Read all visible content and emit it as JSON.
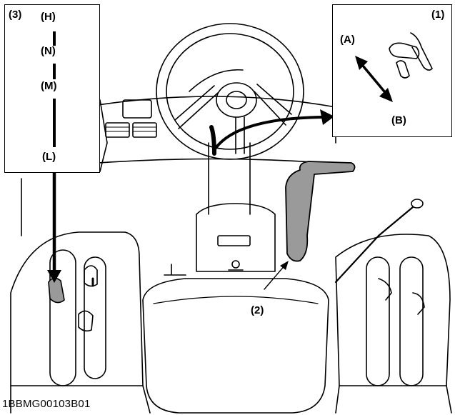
{
  "callouts": {
    "inset_1": "(1)",
    "inset_3": "(3)",
    "lever_2": "(2)"
  },
  "directions": {
    "a": "(A)",
    "b": "(B)"
  },
  "range_positions": [
    "(H)",
    "(N)",
    "(M)",
    "(L)"
  ],
  "figure_code": "1BBMG00103B01",
  "colors": {
    "line": "#000000",
    "lever_fill": "#9a9a9a",
    "background": "#ffffff"
  }
}
